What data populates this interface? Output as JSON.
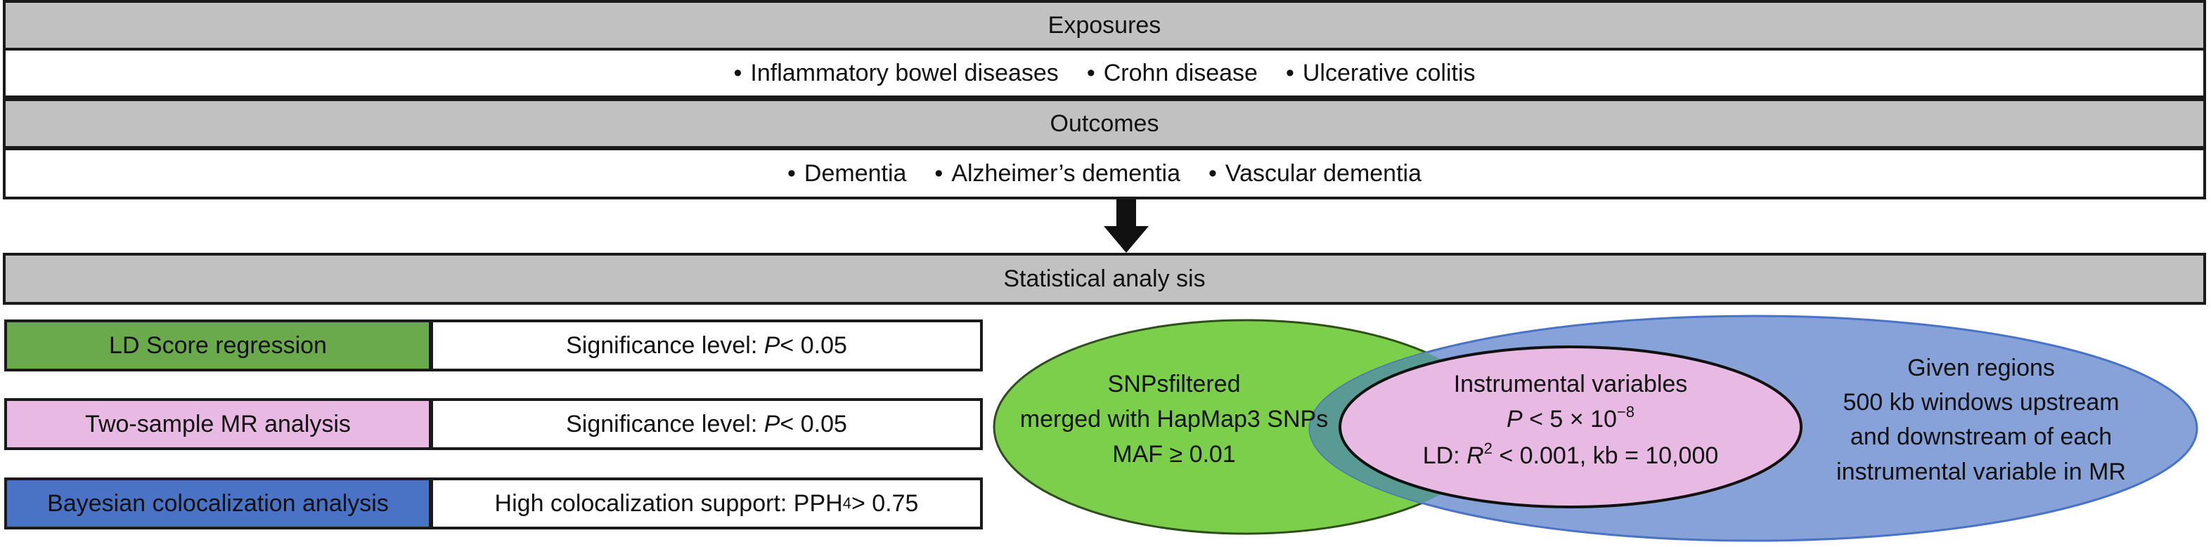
{
  "exposures": {
    "header": "Exposures",
    "bullet": "•",
    "items": [
      "Inflammatory bowel diseases",
      "Crohn disease",
      "Ulcerative colitis"
    ]
  },
  "outcomes": {
    "header": "Outcomes",
    "bullet": "•",
    "items": [
      "Dementia",
      "Alzheimer’s dementia",
      "Vascular dementia"
    ]
  },
  "analysis": {
    "header": "Statistical analy sis"
  },
  "methods": [
    {
      "label": "LD Score regression",
      "value_prefix": "Significance level: ",
      "value_p": "P",
      "value_suffix": " < 0.05",
      "color": "#6aaa4c"
    },
    {
      "label": "Two-sample MR analysis",
      "value_prefix": "Significance level: ",
      "value_p": "P",
      "value_suffix": " < 0.05",
      "color": "#e8b9e2"
    },
    {
      "label": "Bayesian colocalization analysis",
      "value_prefix": "High colocalization support: PPH",
      "value_sub": "4",
      "value_suffix": "> 0.75",
      "color": "#4a73c5"
    }
  ],
  "venn": {
    "green": {
      "lines": [
        "SNPsfiltered",
        "merged with HapMap3 SNPs",
        "MAF ≥ 0.01"
      ],
      "color": "#7ccf4a"
    },
    "blue": {
      "lines": [
        "Given regions",
        "500 kb windows upstream",
        "and downstream of each",
        "instrumental variable in MR"
      ],
      "color": "#86a2d8"
    },
    "center": {
      "title": "Instrumental variables",
      "p_symbol": "P",
      "p_rest": " < 5 × 10",
      "p_exp": "−8",
      "ld_prefix": "LD: ",
      "ld_r": "R",
      "ld_sup": "2",
      "ld_rest": " < 0.001, kb = 10,000",
      "color": "#e8b9e2"
    },
    "overlap_color": "#5a9a94"
  }
}
